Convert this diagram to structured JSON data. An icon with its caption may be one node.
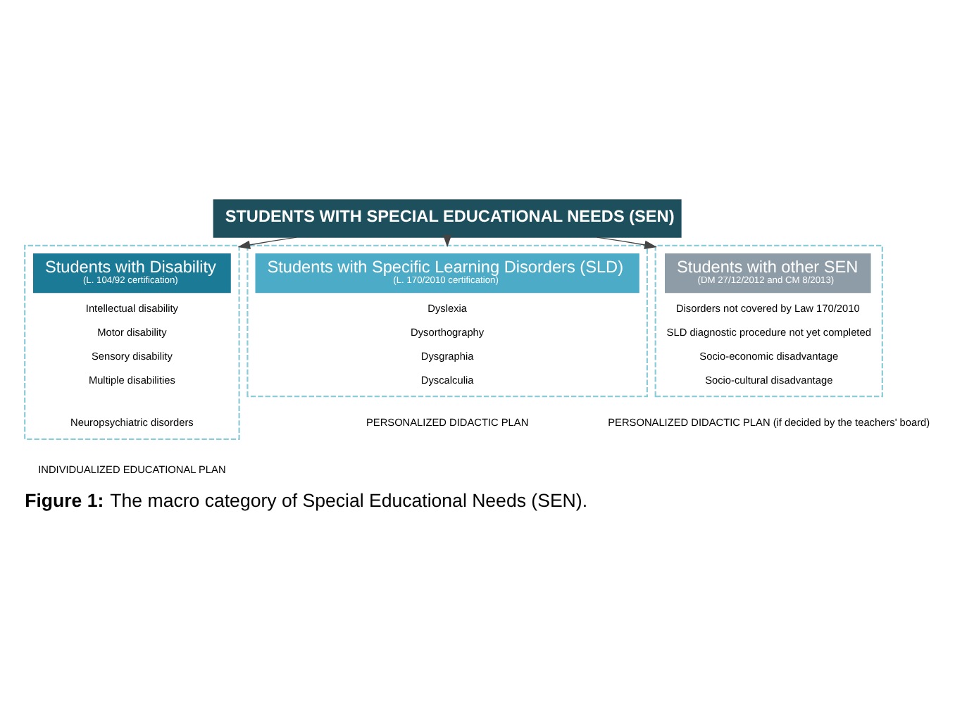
{
  "diagram": {
    "caption": "**Figure 1:** The macro category of Special Educational Needs (SEN).",
    "nodes": [
      {
        "text": [
          "STUDENTS WITH SPECIAL EDUCATIONAL NEEDS (SEN)"
        ]
      },
      {
        "text": [],
        "shape": "box"
      },
      {
        "text": [
          "Students with Disability",
          "(L. 104/92 certification)"
        ],
        "in": 1
      },
      {
        "text": [
          "Intellectual disability"
        ],
        "in": 1
      },
      {
        "text": [
          "Motor disability"
        ],
        "in": 1
      },
      {
        "text": [
          "Sensory disability"
        ],
        "in": 1
      },
      {
        "text": [
          "Multiple disabilities"
        ],
        "in": 1
      },
      {
        "text": [
          "Neuropsychiatric disorders"
        ],
        "in": 1
      },
      {
        "text": [],
        "shape": "box"
      },
      {
        "text": [
          "Students with Specific Learning Disorders (SLD)",
          "(L. 170/2010 certification)"
        ],
        "in": 8
      },
      {
        "text": [
          "Dyslexia"
        ],
        "in": 8
      },
      {
        "text": [
          "Dysorthography"
        ],
        "in": 8
      },
      {
        "text": [
          "Dysgraphia"
        ],
        "in": 8
      },
      {
        "text": [
          "Dyscalculia"
        ],
        "in": 8
      },
      {
        "text": [],
        "shape": "box"
      },
      {
        "text": [
          "Students with other SEN",
          "(DM 27/12/2012 and CM 8/2013)"
        ],
        "in": 14
      },
      {
        "text": [
          "Disorders not covered by Law 170/2010"
        ],
        "in": 14
      },
      {
        "text": [
          "SLD diagnostic procedure not yet completed"
        ],
        "in": 14
      },
      {
        "text": [
          "Socio-economic disadvantage"
        ],
        "in": 14
      },
      {
        "text": [
          "Socio-cultural disadvantage"
        ],
        "in": 14
      }
    ],
    "edges": [
      {
        "from": 0,
        "to": 1,
        "arrow": "to"
      },
      {
        "from": 0,
        "to": 8,
        "arrow": "to"
      },
      {
        "from": 0,
        "to": 14,
        "arrow": "to"
      }
    ],
    "labels": [
      "INDIVIDUALIZED EDUCATIONAL PLAN",
      "PERSONALIZED DIDACTIC PLAN",
      "PERSONALIZED DIDACTIC PLAN (if decided by the teachers' board)"
    ]
  }
}
